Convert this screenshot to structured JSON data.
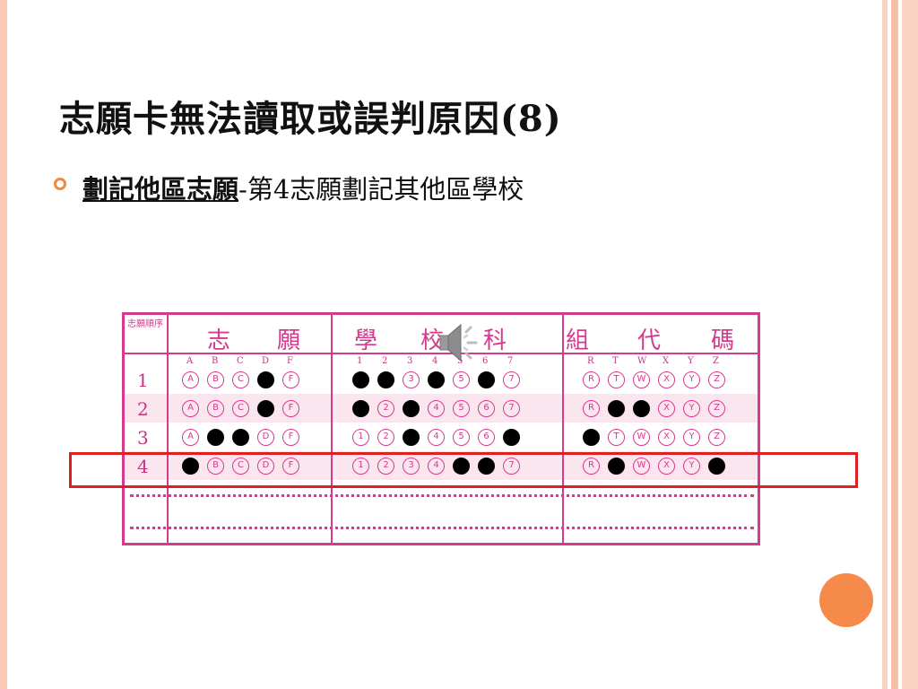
{
  "slide": {
    "title": "志願卡無法讀取或誤判原因(8)",
    "bullet_underlined": "劃記他區志願",
    "bullet_rest": "-第4志願劃記其他區學校"
  },
  "sheet": {
    "header_small": "志願順序",
    "header_chars": [
      "志",
      "願",
      "學",
      "校",
      "科",
      "組",
      "代",
      "碼"
    ],
    "group1_letters": [
      "A",
      "B",
      "C",
      "D",
      "F"
    ],
    "group2_numbers": [
      "1",
      "2",
      "3",
      "4",
      "5",
      "6",
      "7"
    ],
    "group3_letters": [
      "R",
      "T",
      "W",
      "X",
      "Y",
      "Z"
    ],
    "rows": [
      {
        "label": "1",
        "g1": [
          0,
          0,
          0,
          1,
          0
        ],
        "g2": [
          1,
          1,
          0,
          1,
          0,
          1,
          0
        ],
        "g3": [
          0,
          0,
          0,
          0,
          0,
          0
        ]
      },
      {
        "label": "2",
        "g1": [
          0,
          0,
          0,
          1,
          0
        ],
        "g2": [
          1,
          0,
          1,
          0,
          0,
          0,
          0
        ],
        "g3": [
          0,
          1,
          1,
          0,
          0,
          0
        ]
      },
      {
        "label": "3",
        "g1": [
          0,
          1,
          1,
          0,
          0
        ],
        "g2": [
          0,
          0,
          1,
          0,
          0,
          0,
          1
        ],
        "g3": [
          1,
          0,
          0,
          0,
          0,
          0
        ]
      },
      {
        "label": "4",
        "g1": [
          1,
          0,
          0,
          0,
          0
        ],
        "g2": [
          0,
          0,
          0,
          0,
          1,
          1,
          0
        ],
        "g3": [
          0,
          1,
          0,
          0,
          0,
          1
        ]
      }
    ]
  },
  "colors": {
    "accent": "#d63a8d",
    "highlight": "#e02020",
    "bullet": "#f0883e",
    "orange_dot": "#f58a4b"
  },
  "icons": {
    "audio": "speaker-icon"
  }
}
